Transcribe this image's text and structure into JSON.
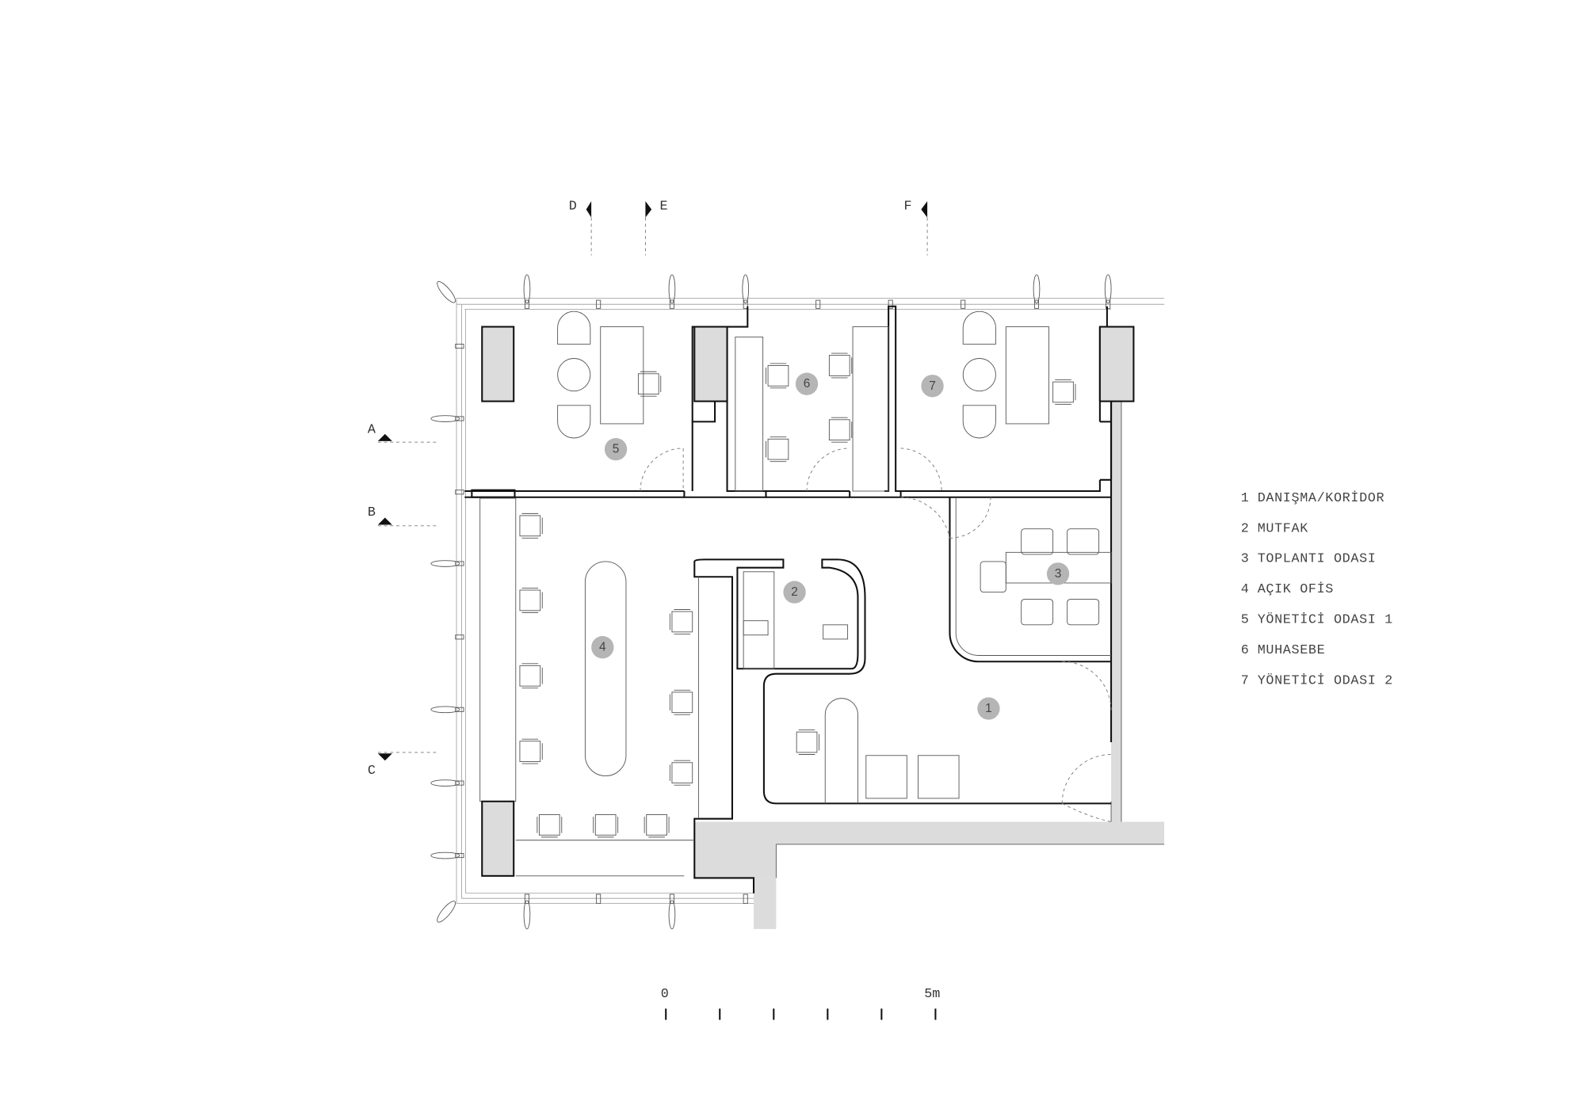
{
  "legend": [
    {
      "num": "1",
      "label": "DANIŞMA/KORİDOR"
    },
    {
      "num": "2",
      "label": "MUTFAK"
    },
    {
      "num": "3",
      "label": "TOPLANTI ODASI"
    },
    {
      "num": "4",
      "label": "AÇIK OFİS"
    },
    {
      "num": "5",
      "label": "YÖNETİCİ ODASI 1"
    },
    {
      "num": "6",
      "label": "MUHASEBE"
    },
    {
      "num": "7",
      "label": "YÖNETİCİ ODASI 2"
    }
  ],
  "room_tags": [
    "1",
    "2",
    "3",
    "4",
    "5",
    "6",
    "7"
  ],
  "sections": {
    "a": "A",
    "b": "B",
    "c": "C",
    "d": "D",
    "e": "E",
    "f": "F"
  },
  "scale_bar": {
    "start": "0",
    "end": "5m"
  }
}
